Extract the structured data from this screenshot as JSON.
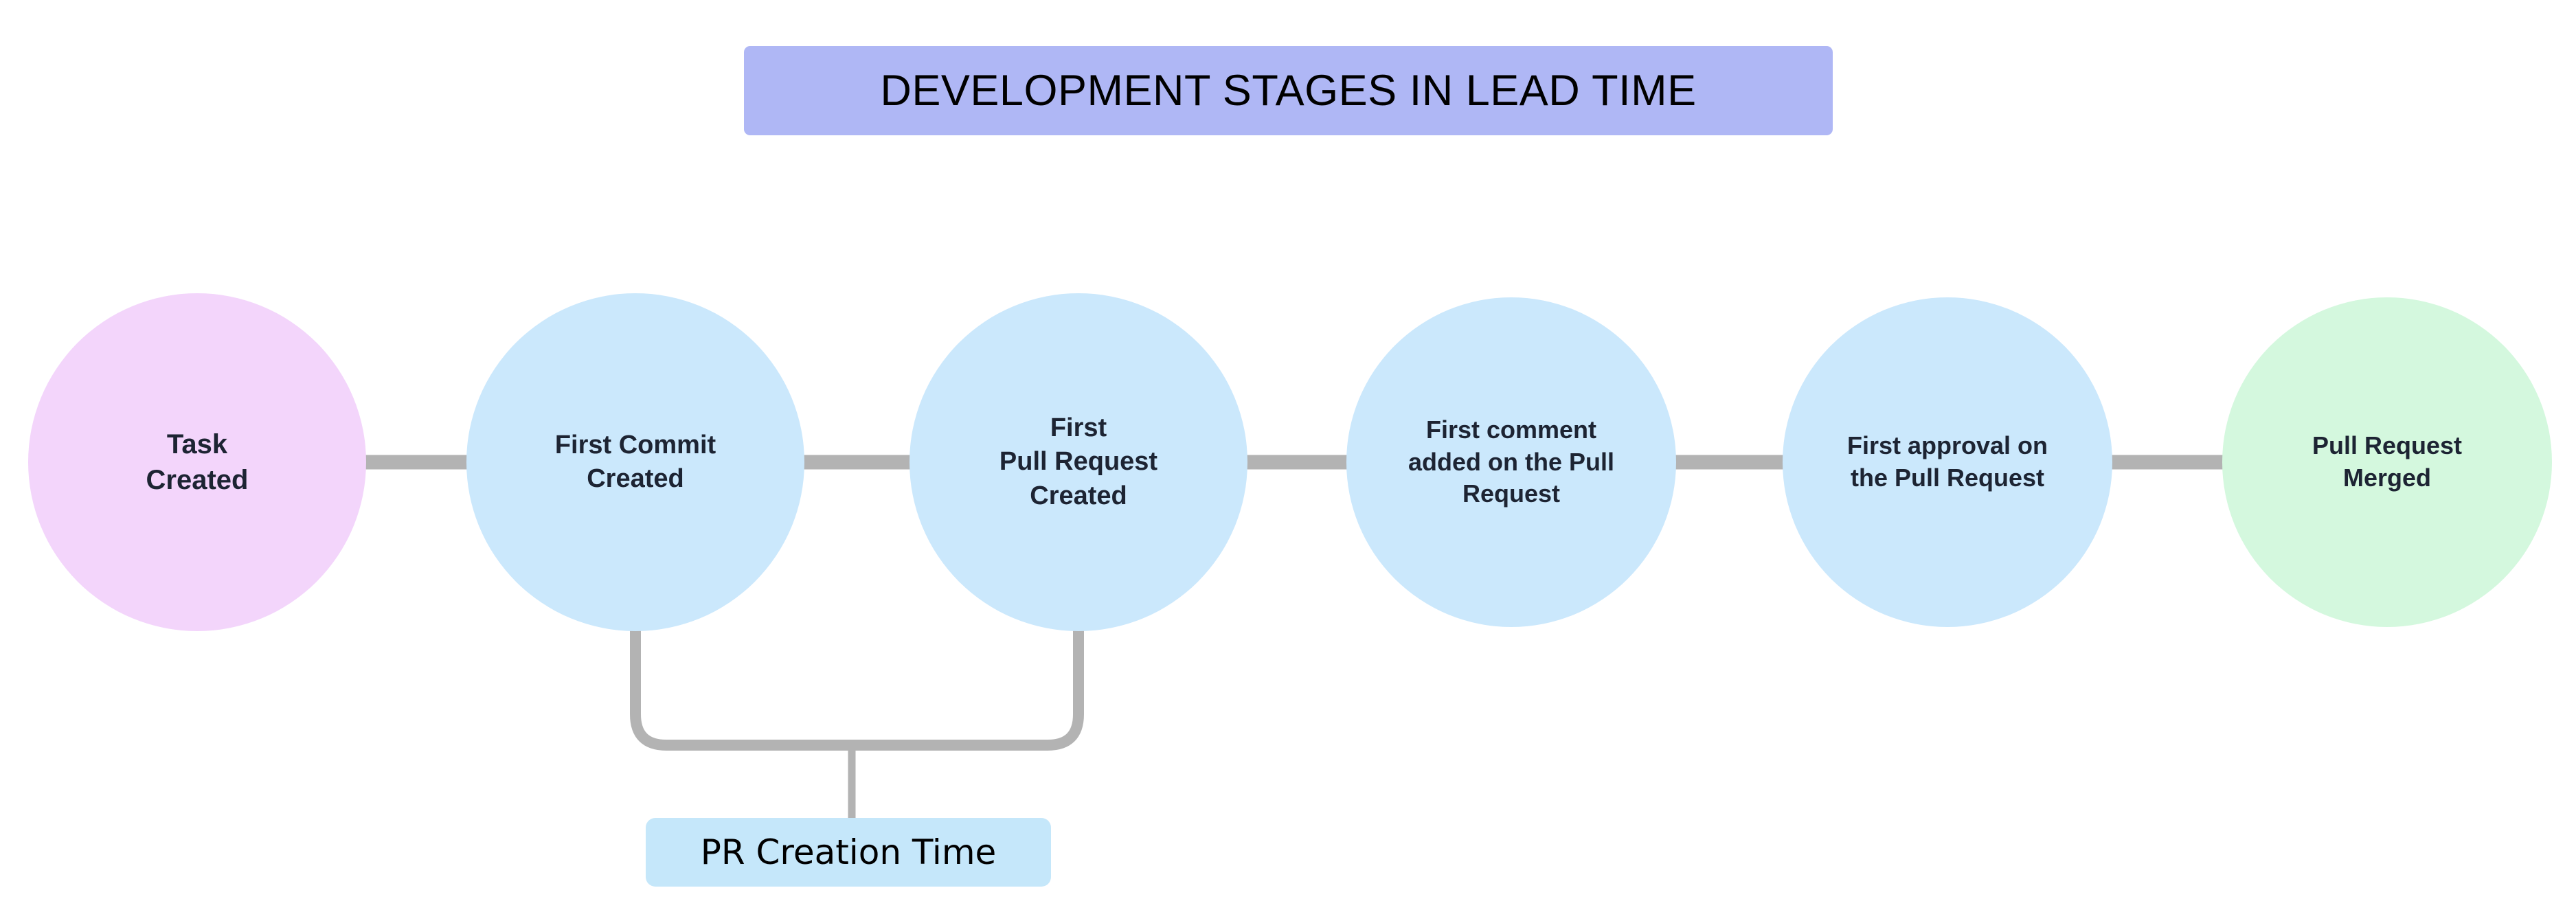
{
  "diagram": {
    "title": "DEVELOPMENT STAGES IN LEAD TIME",
    "title_bg": "#afb7f5",
    "background": "#ffffff",
    "connector_color": "#b3b3b3",
    "nodes": [
      {
        "id": "task-created",
        "label": "Task\nCreated",
        "color": "#f3d5fb",
        "text_color": "#1d2433"
      },
      {
        "id": "first-commit",
        "label": "First Commit\nCreated",
        "color": "#cbe8fc",
        "text_color": "#1d2433"
      },
      {
        "id": "first-pull-request",
        "label": "First\nPull Request\nCreated",
        "color": "#cbe8fc",
        "text_color": "#1d2433"
      },
      {
        "id": "first-comment",
        "label": "First comment\nadded on the Pull\nRequest",
        "color": "#cbe8fc",
        "text_color": "#1d2433"
      },
      {
        "id": "first-approval",
        "label": "First approval on\nthe Pull Request",
        "color": "#cbe8fc",
        "text_color": "#1d2433"
      },
      {
        "id": "pull-request-merged",
        "label": "Pull Request\nMerged",
        "color": "#d4f8de",
        "text_color": "#1d2433"
      }
    ],
    "annotation": {
      "label": "PR Creation Time",
      "color": "#c5e7fa",
      "spans_from": "first-commit",
      "spans_to": "first-pull-request"
    }
  }
}
